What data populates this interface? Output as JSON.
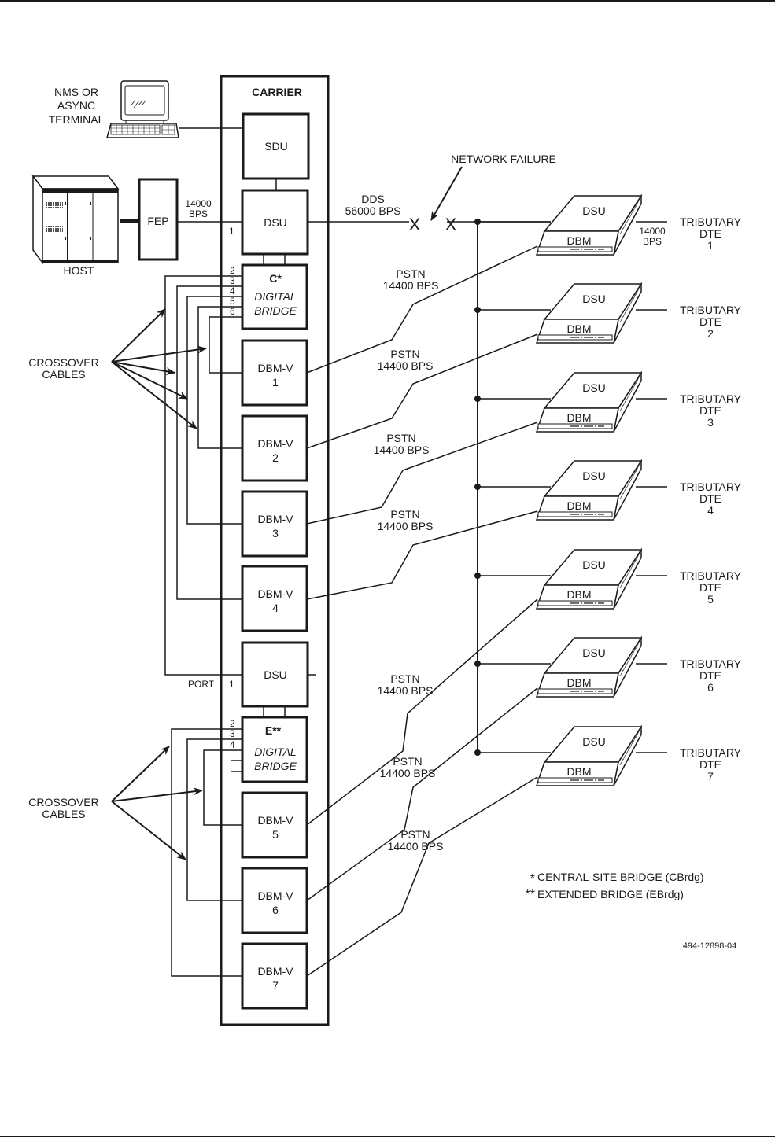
{
  "carrier": {
    "title": "CARRIER",
    "sdu_label": "SDU",
    "dsu_top_label": "DSU",
    "dsu_top_port": "1",
    "central_bridge": {
      "tag": "C*",
      "line1": "DIGITAL",
      "line2": "BRIDGE",
      "ports": [
        "2",
        "3",
        "4",
        "5",
        "6"
      ]
    },
    "dsu_bottom_label": "DSU",
    "dsu_bottom_port_prefix": "PORT",
    "dsu_bottom_port": "1",
    "extended_bridge": {
      "tag": "E**",
      "line1": "DIGITAL",
      "line2": "BRIDGE",
      "ports": [
        "2",
        "3",
        "4"
      ]
    },
    "dbmv_modules": [
      {
        "label": "DBM-V",
        "num": "1"
      },
      {
        "label": "DBM-V",
        "num": "2"
      },
      {
        "label": "DBM-V",
        "num": "3"
      },
      {
        "label": "DBM-V",
        "num": "4"
      },
      {
        "label": "DBM-V",
        "num": "5"
      },
      {
        "label": "DBM-V",
        "num": "6"
      },
      {
        "label": "DBM-V",
        "num": "7"
      }
    ]
  },
  "terminal": {
    "line1": "NMS OR",
    "line2": "ASYNC",
    "line3": "TERMINAL"
  },
  "host": {
    "label": "HOST"
  },
  "fep": {
    "label": "FEP",
    "rate_line1": "14000",
    "rate_line2": "BPS"
  },
  "dds": {
    "line1": "DDS",
    "line2": "56000 BPS"
  },
  "network_failure": {
    "label": "NETWORK FAILURE",
    "marker": "X"
  },
  "pstn_links": [
    {
      "line1": "PSTN",
      "line2": "14400 BPS"
    },
    {
      "line1": "PSTN",
      "line2": "14400 BPS"
    },
    {
      "line1": "PSTN",
      "line2": "14400 BPS"
    },
    {
      "line1": "PSTN",
      "line2": "14400 BPS"
    },
    {
      "line1": "PSTN",
      "line2": "14400 BPS"
    },
    {
      "line1": "PSTN",
      "line2": "14400 BPS"
    },
    {
      "line1": "PSTN",
      "line2": "14400 BPS"
    }
  ],
  "crossover": {
    "line1": "CROSSOVER",
    "line2": "CABLES"
  },
  "tributaries": [
    {
      "dsu": "DSU",
      "dbm": "DBM",
      "line1": "TRIBUTARY",
      "line2": "DTE",
      "num": "1",
      "rate_line1": "14000",
      "rate_line2": "BPS"
    },
    {
      "dsu": "DSU",
      "dbm": "DBM",
      "line1": "TRIBUTARY",
      "line2": "DTE",
      "num": "2"
    },
    {
      "dsu": "DSU",
      "dbm": "DBM",
      "line1": "TRIBUTARY",
      "line2": "DTE",
      "num": "3"
    },
    {
      "dsu": "DSU",
      "dbm": "DBM",
      "line1": "TRIBUTARY",
      "line2": "DTE",
      "num": "4"
    },
    {
      "dsu": "DSU",
      "dbm": "DBM",
      "line1": "TRIBUTARY",
      "line2": "DTE",
      "num": "5"
    },
    {
      "dsu": "DSU",
      "dbm": "DBM",
      "line1": "TRIBUTARY",
      "line2": "DTE",
      "num": "6"
    },
    {
      "dsu": "DSU",
      "dbm": "DBM",
      "line1": "TRIBUTARY",
      "line2": "DTE",
      "num": "7"
    }
  ],
  "legend": {
    "items": [
      {
        "mark": "*",
        "text": "CENTRAL-SITE BRIDGE (CBrdg)"
      },
      {
        "mark": "**",
        "text": "EXTENDED BRIDGE (EBrdg)"
      }
    ]
  },
  "figure_id": "494-12898-04"
}
